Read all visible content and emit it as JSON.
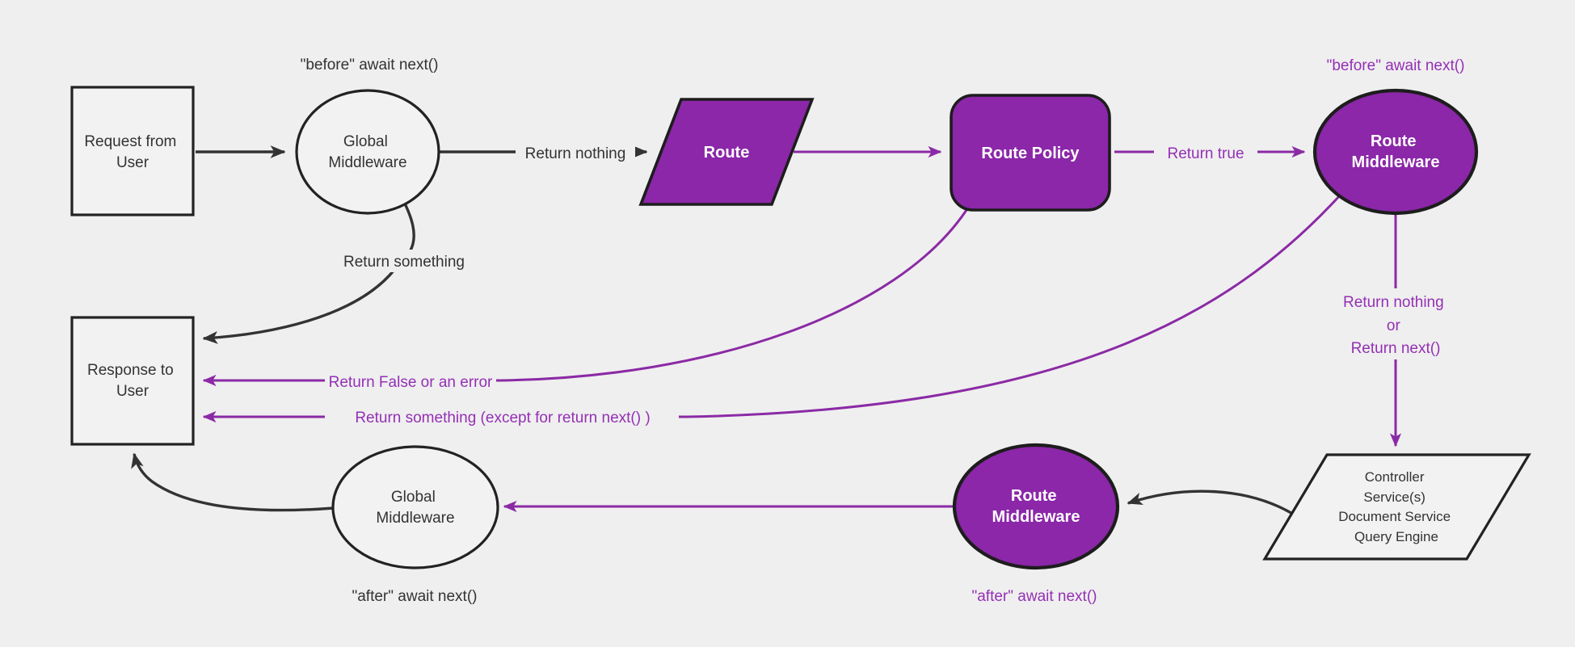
{
  "colors": {
    "background": "#efefef",
    "node_light_fill": "#f2f2f2",
    "node_purple_fill": "#8b27a8",
    "dark_stroke": "#333333",
    "purple_stroke": "#8b2aa5",
    "purple_label_text": "#9430b5",
    "dark_label_text": "#333333",
    "white_node_text": "#ffffff"
  },
  "nodes": {
    "request_from_user": {
      "lines": [
        "Request from",
        "User"
      ]
    },
    "global_middleware_top": {
      "lines": [
        "Global",
        "Middleware"
      ]
    },
    "route": {
      "label": "Route"
    },
    "route_policy": {
      "label": "Route Policy"
    },
    "route_middleware_top": {
      "lines": [
        "Route",
        "Middleware"
      ]
    },
    "controller_services": {
      "lines": [
        "Controller",
        "Service(s)",
        "Document Service",
        "Query Engine"
      ]
    },
    "route_middleware_bottom": {
      "lines": [
        "Route",
        "Middleware"
      ]
    },
    "global_middleware_bottom": {
      "lines": [
        "Global",
        "Middleware"
      ]
    },
    "response_to_user": {
      "lines": [
        "Response to",
        "User"
      ]
    }
  },
  "edge_labels": {
    "before_await_next_top": "\"before\" await next()",
    "return_nothing": "Return nothing",
    "return_true": "Return true",
    "before_await_next_right": "\"before\" await next()",
    "return_nothing_or": [
      "Return nothing",
      "or",
      "Return next()"
    ],
    "return_something": "Return something",
    "return_false_or_error": "Return False or an error",
    "return_something_except": "Return something (except for return next() )",
    "after_await_next_bottom_right": "\"after\" await next()",
    "after_await_next_bottom_left": "\"after\" await next()"
  }
}
